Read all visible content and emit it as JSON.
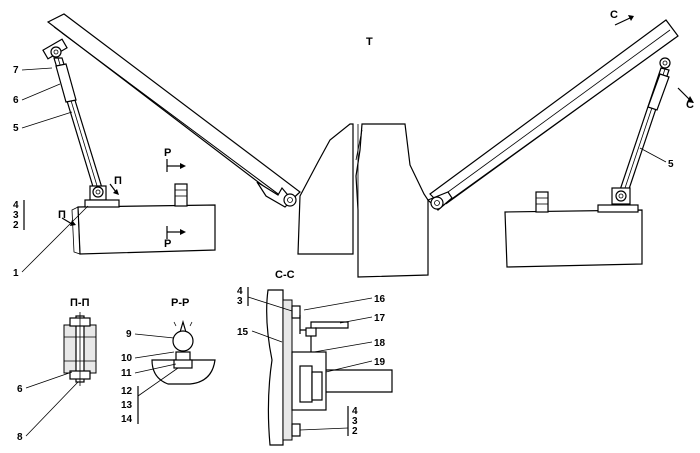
{
  "view_label": "T",
  "sections": {
    "pp": "П-П",
    "rr": "Р-Р",
    "cc": "С-С"
  },
  "markers": {
    "p": "П",
    "r": "Р",
    "c": "С"
  },
  "callouts": {
    "n1": "1",
    "n2": "2",
    "n3": "3",
    "n4": "4",
    "n5": "5",
    "n6": "6",
    "n7": "7",
    "n8": "8",
    "n9": "9",
    "n10": "10",
    "n11": "11",
    "n12": "12",
    "n13": "13",
    "n14": "14",
    "n15": "15",
    "n16": "16",
    "n17": "17",
    "n18": "18",
    "n19": "19"
  }
}
